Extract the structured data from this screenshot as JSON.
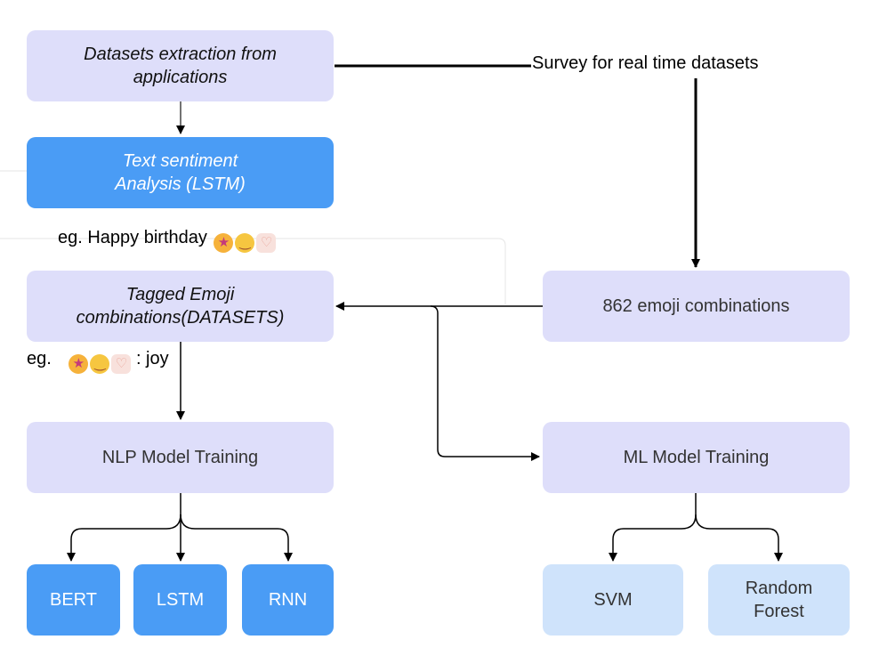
{
  "nodes": {
    "datasets_extraction": "Datasets extraction from applications",
    "text_sentiment": "Text sentiment Analysis (LSTM)",
    "tagged_emoji": "Tagged Emoji combinations(DATASETS)",
    "nlp_training": "NLP Model Training",
    "bert": "BERT",
    "lstm": "LSTM",
    "rnn": "RNN",
    "survey": "Survey for real time datasets",
    "emoji_combinations": "862 emoji combinations",
    "ml_training": "ML Model Training",
    "svm": "SVM",
    "random_forest": "Random Forest"
  },
  "examples": {
    "eg1_text": "eg. Happy birthday",
    "eg2_prefix": "eg.",
    "eg2_suffix": ": joy",
    "emoji_icons": [
      "partying-face-icon",
      "smiling-face-icon",
      "heart-hands-icon"
    ]
  },
  "colors": {
    "lavender_node": "#dedefa",
    "blue_node": "#4a9cf5",
    "light_blue_node": "#cfe3fb",
    "edge": "#000000"
  }
}
